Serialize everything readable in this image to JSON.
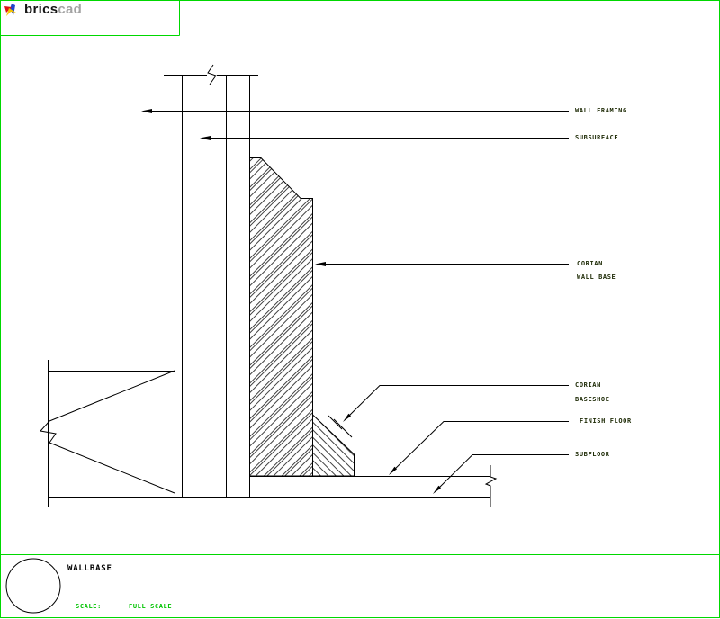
{
  "logo": {
    "brand_primary": "brics",
    "brand_secondary": "cad"
  },
  "annotations": {
    "wall_framing": "WALL FRAMING",
    "subsurface": "SUBSURFACE",
    "corian_wall_base_line1": "CORIAN",
    "corian_wall_base_line2": "WALL BASE",
    "corian_baseshoe_line1": "CORIAN",
    "corian_baseshoe_line2": "BASESHOE",
    "finish_floor": "FINISH FLOOR",
    "subfloor": "SUBFLOOR"
  },
  "title_block": {
    "drawing_title": "WALLBASE",
    "scale_label": "SCALE:",
    "scale_value": "FULL SCALE"
  },
  "colors": {
    "frame_green": "#00d800",
    "scale_text_green": "#00c400",
    "annotation_text": "#1d2a05",
    "line_black": "#000000",
    "logo_gray": "#a2a2a2"
  }
}
